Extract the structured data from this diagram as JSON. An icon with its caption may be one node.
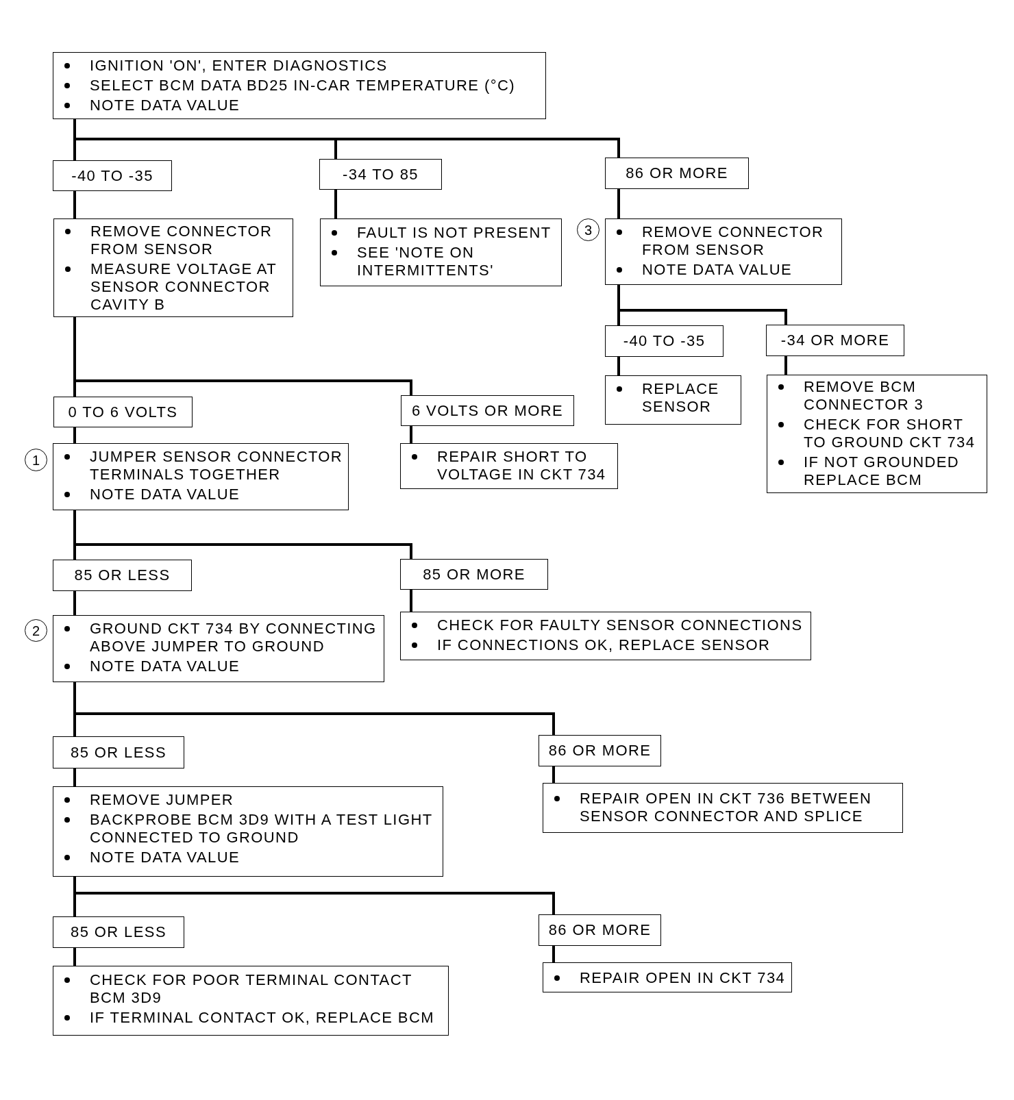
{
  "diagram": {
    "nodes": [
      {
        "text": [
          "IGNITION 'ON', ENTER DIAGNOSTICS",
          "SELECT BCM DATA BD25 IN-CAR TEMPERATURE (°C)",
          "NOTE DATA VALUE"
        ]
      },
      {
        "text": [
          "-40 TO -35"
        ]
      },
      {
        "text": [
          "-34 TO 85"
        ]
      },
      {
        "text": [
          "86 OR MORE"
        ]
      },
      {
        "text": [
          "REMOVE CONNECTOR FROM SENSOR",
          "MEASURE VOLTAGE AT SENSOR CONNECTOR CAVITY B"
        ]
      },
      {
        "text": [
          "FAULT IS NOT PRESENT",
          "SEE 'NOTE ON INTERMITTENTS'"
        ]
      },
      {
        "text": [
          "REMOVE CONNECTOR FROM SENSOR",
          "NOTE DATA VALUE"
        ],
        "beside": [
          "3"
        ]
      },
      {
        "text": [
          "-40 TO -35"
        ]
      },
      {
        "text": [
          "-34 OR MORE"
        ]
      },
      {
        "text": [
          "REPLACE SENSOR"
        ]
      },
      {
        "text": [
          "REMOVE BCM CONNECTOR 3",
          "CHECK FOR SHORT TO GROUND CKT 734",
          "IF NOT GROUNDED REPLACE BCM"
        ]
      },
      {
        "text": [
          "0 TO 6 VOLTS"
        ]
      },
      {
        "text": [
          "6 VOLTS OR MORE"
        ]
      },
      {
        "text": [
          "JUMPER SENSOR CONNECTOR TERMINALS TOGETHER",
          "NOTE DATA VALUE"
        ],
        "beside": [
          "1"
        ]
      },
      {
        "text": [
          "REPAIR SHORT TO VOLTAGE IN CKT 734"
        ]
      },
      {
        "text": [
          "85 OR LESS"
        ]
      },
      {
        "text": [
          "85 OR MORE"
        ]
      },
      {
        "text": [
          "GROUND CKT 734 BY CONNECTING ABOVE JUMPER TO GROUND",
          "NOTE DATA VALUE"
        ],
        "beside": [
          "2"
        ]
      },
      {
        "text": [
          "CHECK FOR FAULTY SENSOR CONNECTIONS",
          "IF CONNECTIONS OK, REPLACE SENSOR"
        ]
      },
      {
        "text": [
          "85 OR LESS"
        ]
      },
      {
        "text": [
          "86 OR MORE"
        ]
      },
      {
        "text": [
          "REMOVE JUMPER",
          "BACKPROBE BCM 3D9 WITH A TEST LIGHT CONNECTED TO GROUND",
          "NOTE DATA VALUE"
        ]
      },
      {
        "text": [
          "REPAIR OPEN IN CKT 736 BETWEEN SENSOR CONNECTOR AND SPLICE"
        ]
      },
      {
        "text": [
          "85 OR LESS"
        ]
      },
      {
        "text": [
          "86 OR MORE"
        ]
      },
      {
        "text": [
          "CHECK FOR POOR TERMINAL CONTACT BCM 3D9",
          "IF TERMINAL CONTACT OK, REPLACE BCM"
        ]
      },
      {
        "text": [
          "REPAIR OPEN IN CKT 734"
        ]
      }
    ],
    "edges": [
      {
        "from": 0,
        "to": 1,
        "arrow": "none"
      },
      {
        "from": 0,
        "to": 2,
        "arrow": "none"
      },
      {
        "from": 0,
        "to": 3,
        "arrow": "none"
      },
      {
        "from": 1,
        "to": 4,
        "arrow": "none"
      },
      {
        "from": 2,
        "to": 5,
        "arrow": "none"
      },
      {
        "from": 3,
        "to": 6,
        "arrow": "none"
      },
      {
        "from": 6,
        "to": 7,
        "arrow": "none"
      },
      {
        "from": 6,
        "to": 8,
        "arrow": "none"
      },
      {
        "from": 7,
        "to": 9,
        "arrow": "none"
      },
      {
        "from": 8,
        "to": 10,
        "arrow": "none"
      },
      {
        "from": 4,
        "to": 11,
        "arrow": "none"
      },
      {
        "from": 4,
        "to": 12,
        "arrow": "none"
      },
      {
        "from": 11,
        "to": 13,
        "arrow": "none"
      },
      {
        "from": 12,
        "to": 14,
        "arrow": "none"
      },
      {
        "from": 13,
        "to": 15,
        "arrow": "none"
      },
      {
        "from": 13,
        "to": 16,
        "arrow": "none"
      },
      {
        "from": 15,
        "to": 17,
        "arrow": "none"
      },
      {
        "from": 16,
        "to": 18,
        "arrow": "none"
      },
      {
        "from": 17,
        "to": 19,
        "arrow": "none"
      },
      {
        "from": 17,
        "to": 20,
        "arrow": "none"
      },
      {
        "from": 19,
        "to": 21,
        "arrow": "none"
      },
      {
        "from": 20,
        "to": 22,
        "arrow": "none"
      },
      {
        "from": 21,
        "to": 23,
        "arrow": "none"
      },
      {
        "from": 21,
        "to": 24,
        "arrow": "none"
      },
      {
        "from": 23,
        "to": 25,
        "arrow": "none"
      },
      {
        "from": 24,
        "to": 26,
        "arrow": "none"
      }
    ]
  }
}
